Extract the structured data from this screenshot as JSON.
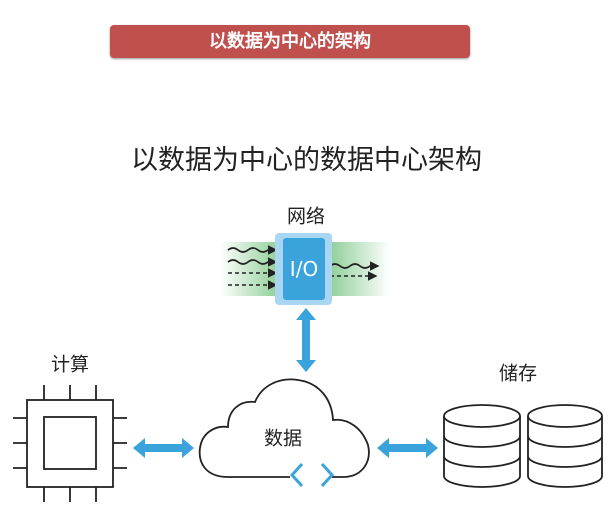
{
  "banner": {
    "title": "以数据为中心的架构"
  },
  "diagram": {
    "title": "以数据为中心的数据中心架构",
    "network_label": "网络",
    "io_label": "I/O",
    "compute_label": "计算",
    "data_label": "数据",
    "storage_label": "储存"
  },
  "colors": {
    "banner": "#c0504d",
    "accent": "#3aa3dc",
    "green": "#7cc08a"
  }
}
